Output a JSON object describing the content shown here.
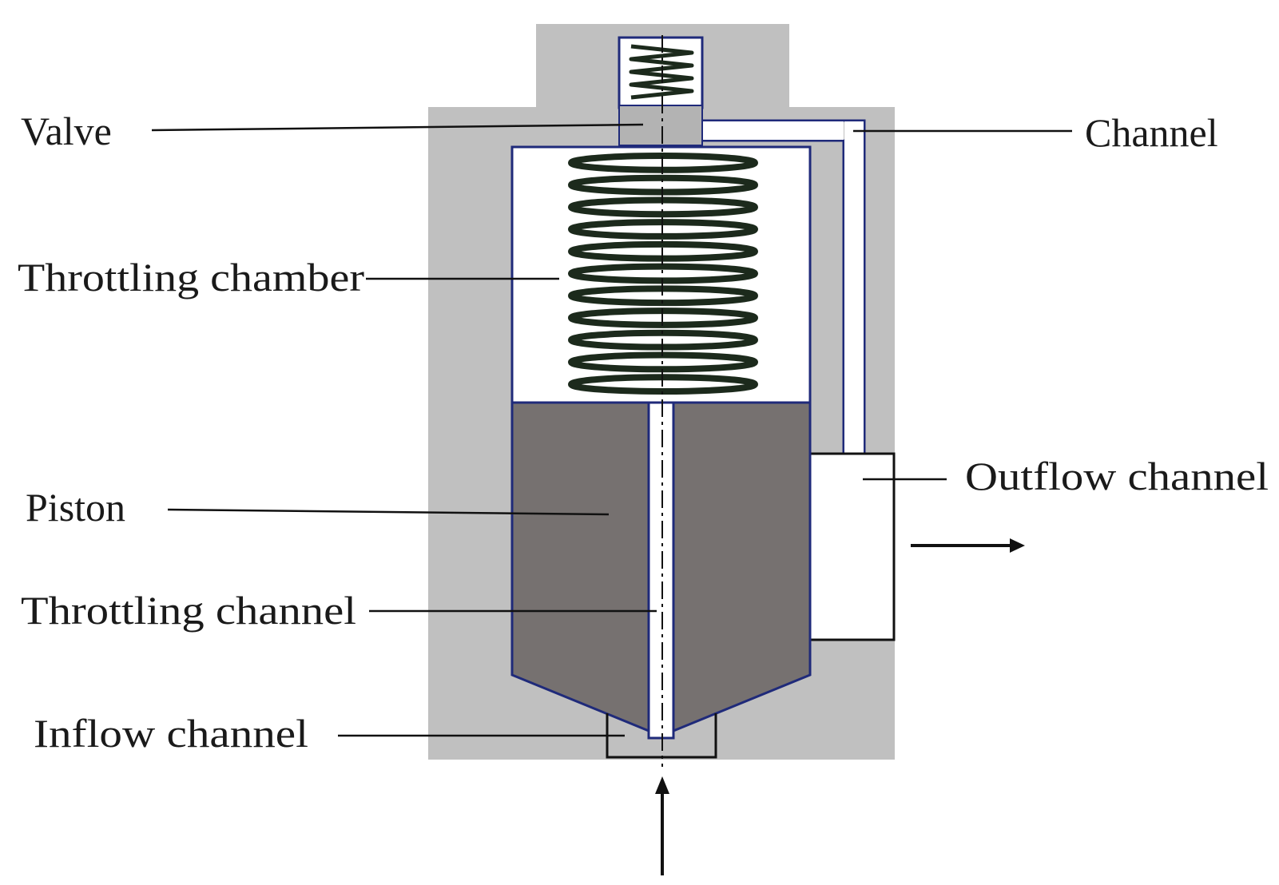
{
  "labels": {
    "valve": "Valve",
    "channel": "Channel",
    "throttling_chamber": "Throttling chamber",
    "outflow_channel": "Outflow channel",
    "piston": "Piston",
    "throttling_channel": "Throttling channel",
    "inflow_channel": "Inflow channel"
  },
  "colors": {
    "housing": "#c0c0c0",
    "piston": "#767170",
    "outline": "#1f2a7a",
    "spring": "#1c2a1c",
    "leader": "#111111",
    "background": "#ffffff"
  }
}
